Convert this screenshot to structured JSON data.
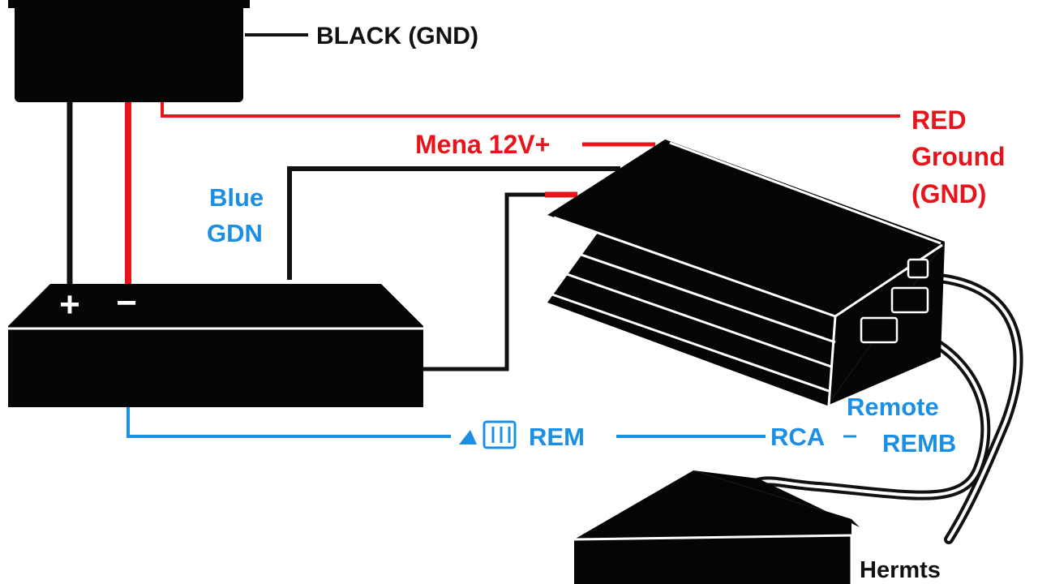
{
  "colors": {
    "black_wire": "#111111",
    "red_wire": "#e8141c",
    "blue_wire": "#1a8fe3",
    "device_fill": "#050505",
    "background": "#ffffff"
  },
  "labels": {
    "black_gnd": "BLACK (GND)",
    "mena_12v": "Mena 12V+",
    "red": "RED",
    "ground": "Ground",
    "gnd_paren": "(GND)",
    "blue": "Blue",
    "gdn": "GDN",
    "rem_left": "REM",
    "rca": "RCA",
    "remote": "Remote",
    "remb": "REMB",
    "hermts": "Hermts"
  },
  "terminals": {
    "plus": "+",
    "minus": "−"
  },
  "icons": {
    "connector": "connector-icon"
  }
}
